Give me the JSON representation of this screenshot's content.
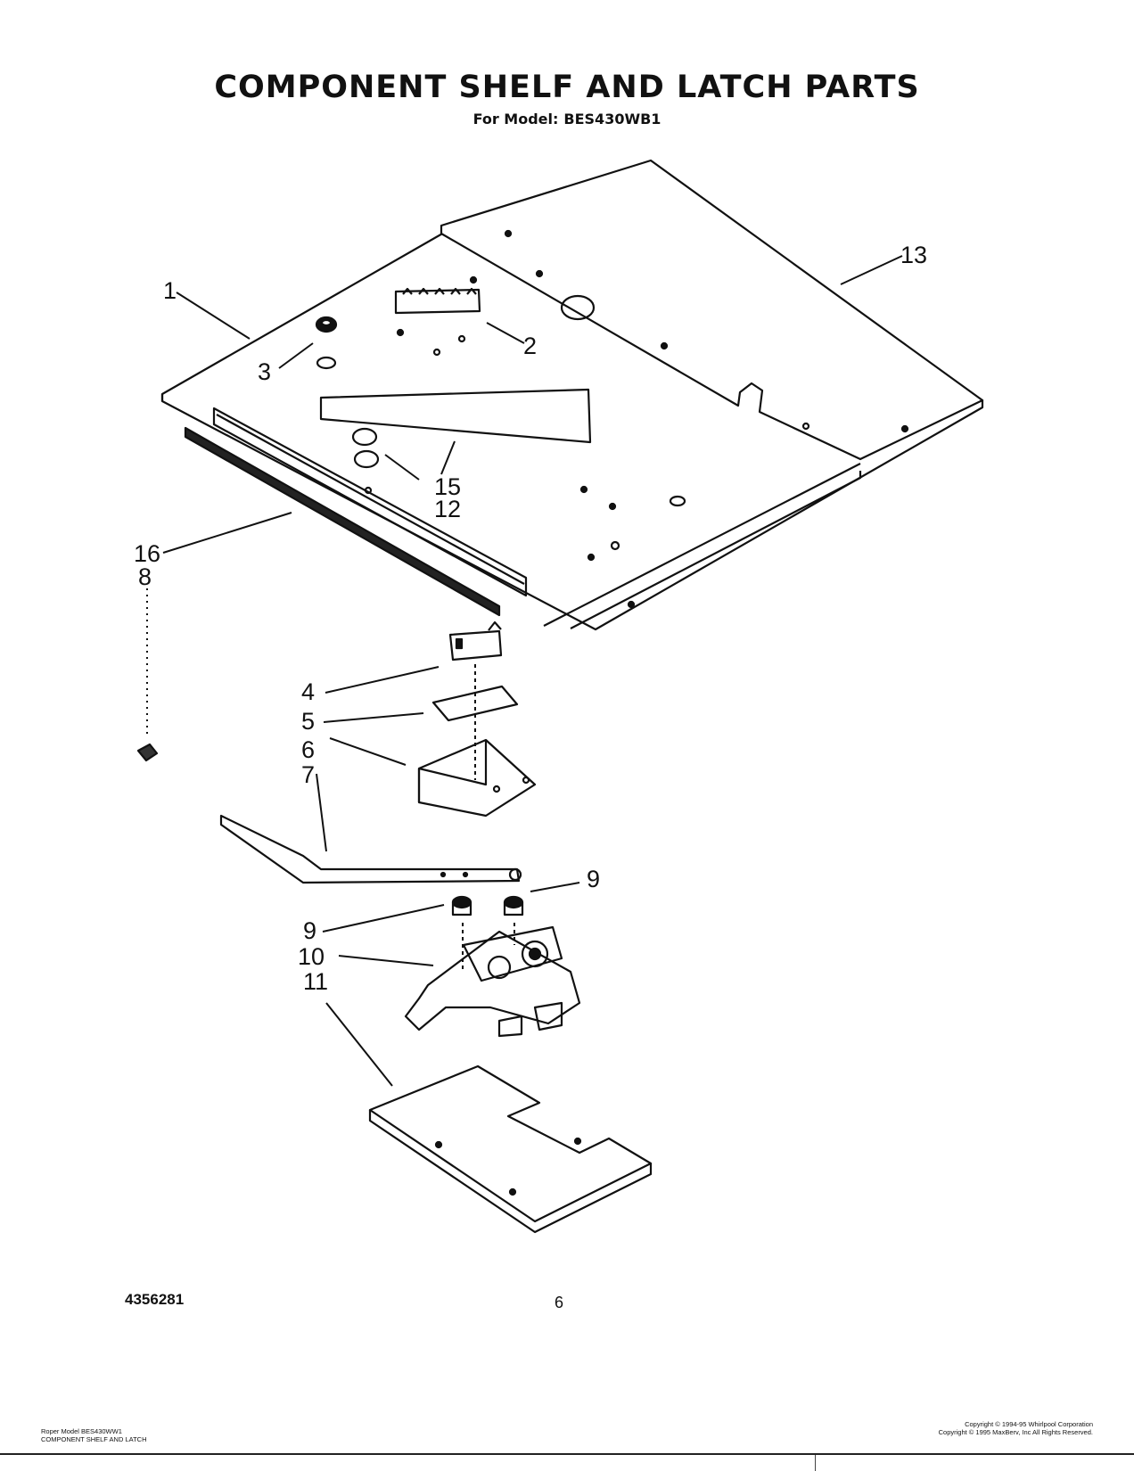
{
  "header": {
    "title": "COMPONENT SHELF AND LATCH PARTS",
    "subtitle_prefix": "For Model:",
    "model": "BES430WB1"
  },
  "callouts": {
    "c1": "1",
    "c2": "2",
    "c3": "3",
    "c4": "4",
    "c5": "5",
    "c6": "6",
    "c7": "7",
    "c8": "8",
    "c9a": "9",
    "c9b": "9",
    "c10": "10",
    "c11": "11",
    "c12": "12",
    "c13": "13",
    "c15": "15",
    "c16": "16"
  },
  "footer": {
    "doc_number": "4356281",
    "page_number": "6",
    "left_line1": "Roper Model BES430WW1",
    "left_line2": "COMPONENT SHELF AND LATCH",
    "right_line1": "Copyright © 1994-95 Whirlpool Corporation",
    "right_line2": "Copyright © 1995 MaxBerv, Inc   All Rights Reserved."
  }
}
